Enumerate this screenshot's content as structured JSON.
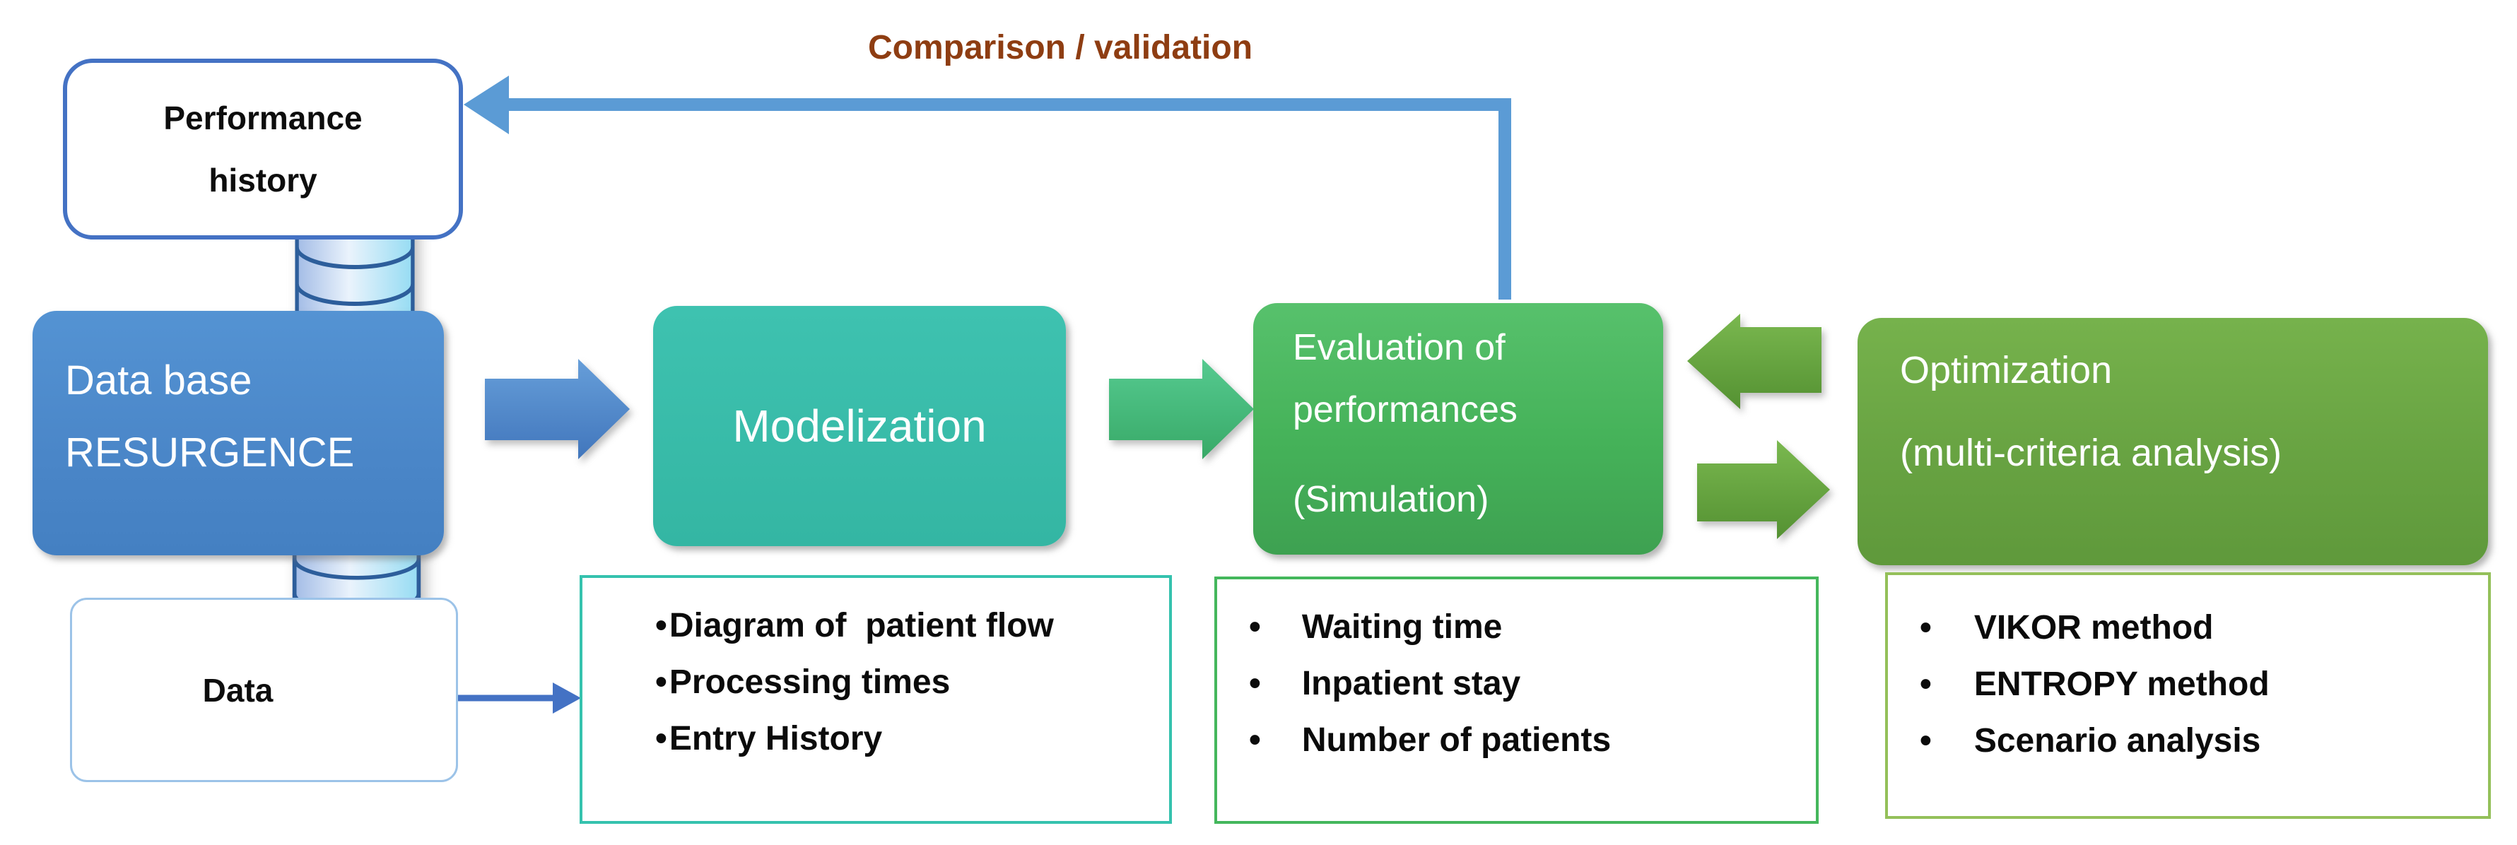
{
  "note": {
    "text": "Comparison / validation",
    "color": "#8e3d12"
  },
  "nodes": {
    "performance_history": {
      "line1": "Performance",
      "line2": "history",
      "border_color": "#4472c4"
    },
    "database": {
      "line1": "Data base",
      "line2": "RESURGENCE",
      "fill": "#4a86c8"
    },
    "data_store": {
      "label": "Data",
      "border_color": "#9cc3e8"
    },
    "modelization": {
      "label": "Modelization",
      "fill": "#3bbfad"
    },
    "evaluation": {
      "line1": "Evaluation of",
      "line2": "performances",
      "line3": "(Simulation)",
      "fill": "#47b35c"
    },
    "optimization": {
      "line1": "Optimization",
      "line2": "(multi-criteria analysis)",
      "fill": "#6aa845"
    }
  },
  "arrows": {
    "feedback_color": "#5b9bd5",
    "blue_block_color": "#4a86c8",
    "green_block_color": "#3fbf7a",
    "olive_block_color": "#64a23c",
    "elbow_color": "#4472c4"
  },
  "icons": {
    "database_icon": "database-cylinder"
  },
  "panels": [
    {
      "bullet": "•",
      "border_color": "#35c2ae",
      "items": [
        "Diagram of  patient flow",
        "Processing times",
        "Entry History"
      ]
    },
    {
      "bullet": "•",
      "border_color": "#44b75c",
      "items": [
        "Waiting time",
        "Inpatient stay",
        "Number of patients"
      ]
    },
    {
      "bullet": "•",
      "border_color": "#94c05a",
      "items": [
        "VIKOR method",
        "ENTROPY method",
        "Scenario analysis"
      ]
    }
  ]
}
